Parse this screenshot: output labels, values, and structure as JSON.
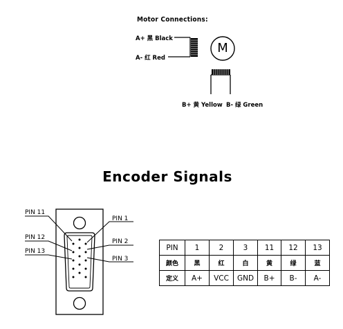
{
  "motor": {
    "title": "Motor Connections:",
    "motor_symbol": "M",
    "wires": [
      {
        "label": "A+ 黑 Black"
      },
      {
        "label": "A- 红 Red"
      },
      {
        "label": "B+ 黄 Yellow"
      },
      {
        "label": "B- 绿 Green"
      }
    ]
  },
  "encoder": {
    "title": "Encoder Signals",
    "pin_labels": [
      "PIN 11",
      "PIN 12",
      "PIN 13",
      "PIN 1",
      "PIN 2",
      "PIN 3"
    ],
    "table": {
      "rows": [
        [
          "PIN",
          "1",
          "2",
          "3",
          "11",
          "12",
          "13"
        ],
        [
          "颜色",
          "黑",
          "红",
          "白",
          "黄",
          "绿",
          "蓝"
        ],
        [
          "定义",
          "A+",
          "VCC",
          "GND",
          "B+",
          "B-",
          "A-"
        ]
      ]
    }
  }
}
